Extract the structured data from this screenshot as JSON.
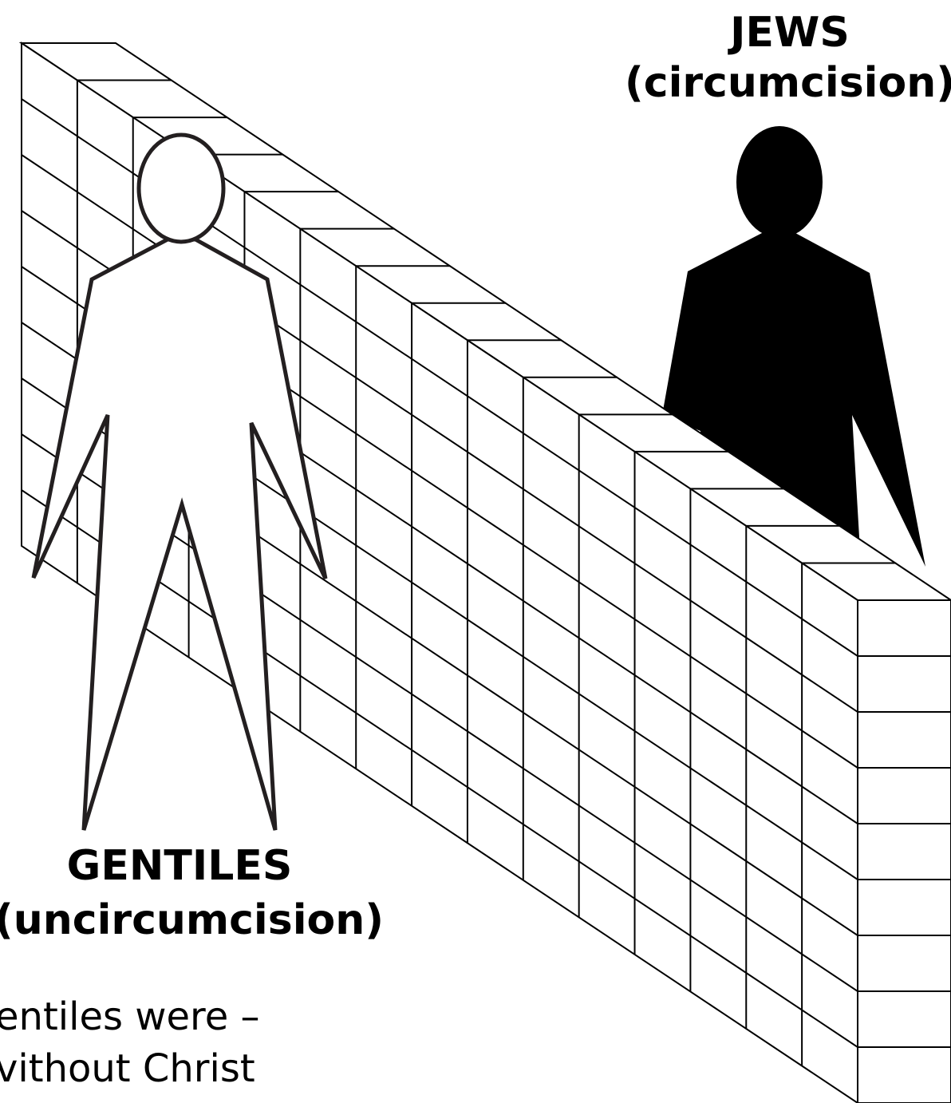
{
  "labels": {
    "jews_title": "JEWS",
    "jews_subtitle": "(circumcision)",
    "gentiles_title": "GENTILES",
    "gentiles_subtitle": "(uncircumcision)"
  },
  "body_text": {
    "line1": "entiles were –",
    "line2": "vithout Christ",
    "line3": ""
  },
  "colors": {
    "jew_figure": "#000000",
    "gentile_fill": "#ffffff",
    "gentile_outline": "#231f20",
    "wall_lines": "#000000"
  }
}
